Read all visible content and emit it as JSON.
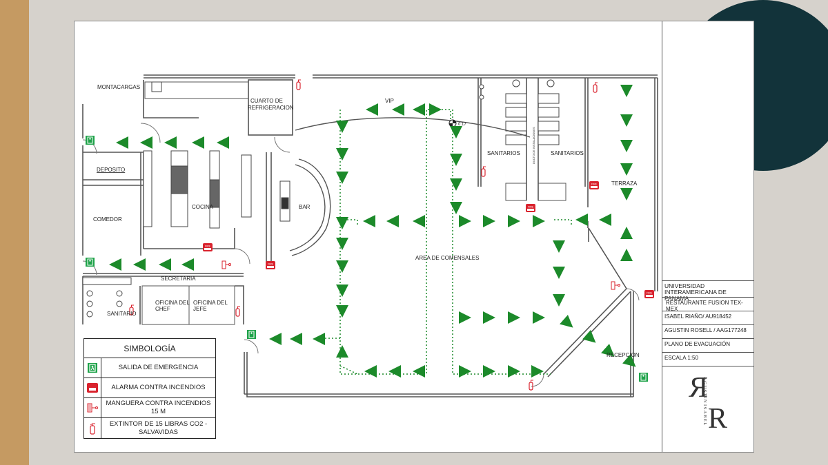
{
  "colors": {
    "left_band": "#c59a62",
    "deco_circle": "#12333a",
    "arrow_green": "#1c8a2a",
    "exit_sign": "#1fa34a",
    "alarm_red": "#d9232e",
    "wall": "#555555"
  },
  "rooms": {
    "montacargas": "MONTACARGAS",
    "cuarto_line1": "CUARTO DE",
    "cuarto_line2": "REFRIGERACION",
    "vip": "VIP",
    "marker": "0.17",
    "sanitarios_left": "SANITARIOS",
    "sanitarios_right": "SANITARIOS",
    "ducto": "DUCTO DE INSTALACIONES",
    "terraza": "TERRAZA",
    "deposito": "DEPOSITO",
    "comedor": "COMEDOR",
    "cocina": "COCINA",
    "bar": "BAR",
    "area_comensales": "AREA DE COMENSALES",
    "secretaria": "SECRETARIA",
    "sanitario": "SANITARIO",
    "oficina_chef_1": "OFICINA DEL",
    "oficina_chef_2": "CHEF",
    "oficina_jefe_1": "OFICINA DEL",
    "oficina_jefe_2": "JEFE",
    "recepcion": "RECEPCION"
  },
  "alarm_label": "FIRE",
  "legend": {
    "title": "SIMBOLOGÍA",
    "items": [
      {
        "icon": "emergency-exit-icon",
        "label": "SALIDA DE EMERGENCIA"
      },
      {
        "icon": "fire-alarm-icon",
        "label": "ALARMA CONTRA INCENDIOS"
      },
      {
        "icon": "fire-hose-icon",
        "label": "MANGUERA CONTRA INCENDIOS 15 M"
      },
      {
        "icon": "fire-extinguisher-icon",
        "label": "EXTINTOR DE 15 LIBRAS CO2 - SALVAVIDAS"
      }
    ]
  },
  "title_block": {
    "university": "UNIVERSIDAD INTERAMERICANA DE PANAMA",
    "project": "RESTAURANTE FUSION TEX- MEX",
    "author1": "ISABEL RIAÑO/ AU918452",
    "author2": "AGUSTIN ROSELL / AAG177248",
    "drawing": "PLANO DE EVACUACIÓN",
    "scale": "ESCALA 1:50",
    "monogram_letter1": "R",
    "monogram_letter2": "R",
    "monogram_text1": "AGUSTIN",
    "monogram_text2": "ISABEL"
  }
}
